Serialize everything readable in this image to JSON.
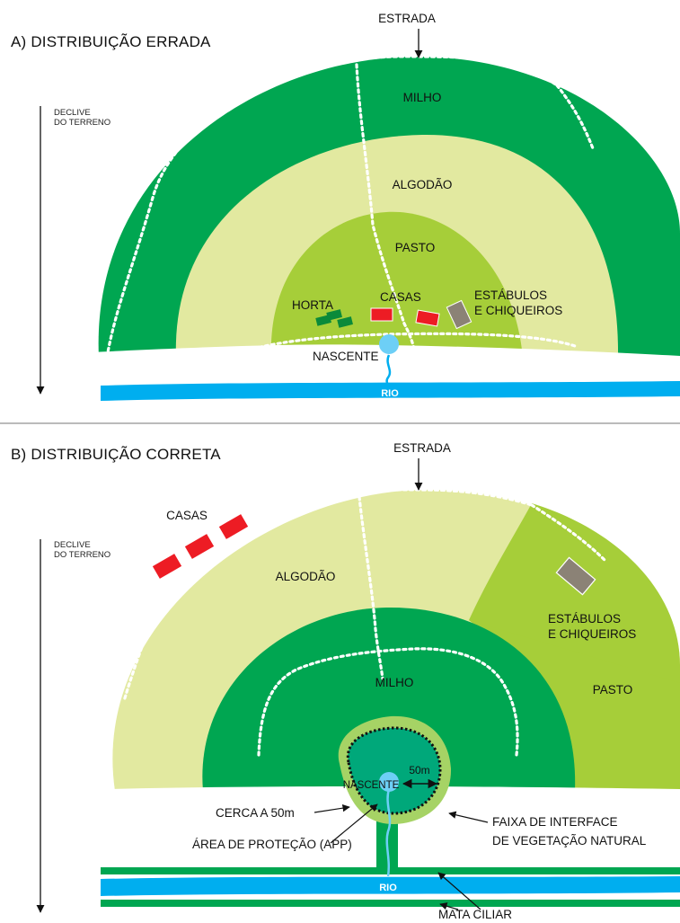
{
  "colors": {
    "dark_green": "#00a651",
    "mid_green": "#a6ce39",
    "light_green": "#e2e9a0",
    "app_green": "#00a87a",
    "interface_green": "#a6d365",
    "river_blue": "#00aeef",
    "spring_blue": "#6dcff6",
    "house_red": "#ed1c24",
    "barn_gray": "#8b8276"
  },
  "panel_a": {
    "title": "A) DISTRIBUIÇÃO ERRADA",
    "road": "ESTRADA",
    "slope": [
      "DECLIVE",
      "DO TERRENO"
    ],
    "milho": "MILHO",
    "algodao": "ALGODÃO",
    "pasto": "PASTO",
    "horta": "HORTA",
    "casas": "CASAS",
    "estabulos": [
      "ESTÁBULOS",
      "E CHIQUEIROS"
    ],
    "nascente": "NASCENTE",
    "rio": "RIO"
  },
  "panel_b": {
    "title": "B) DISTRIBUIÇÃO CORRETA",
    "road": "ESTRADA",
    "slope": [
      "DECLIVE",
      "DO TERRENO"
    ],
    "casas": "CASAS",
    "algodao": "ALGODÃO",
    "estabulos": [
      "ESTÁBULOS",
      "E CHIQUEIROS"
    ],
    "milho": "MILHO",
    "pasto": "PASTO",
    "distance": "50m",
    "nascente": "NASCENTE",
    "cerca": "CERCA A 50m",
    "faixa": [
      "FAIXA DE INTERFACE",
      "DE VEGETAÇÃO NATURAL"
    ],
    "app": "ÁREA DE PROTEÇÃO (APP)",
    "rio": "RIO",
    "mata_ciliar": "MATA CILIAR"
  }
}
